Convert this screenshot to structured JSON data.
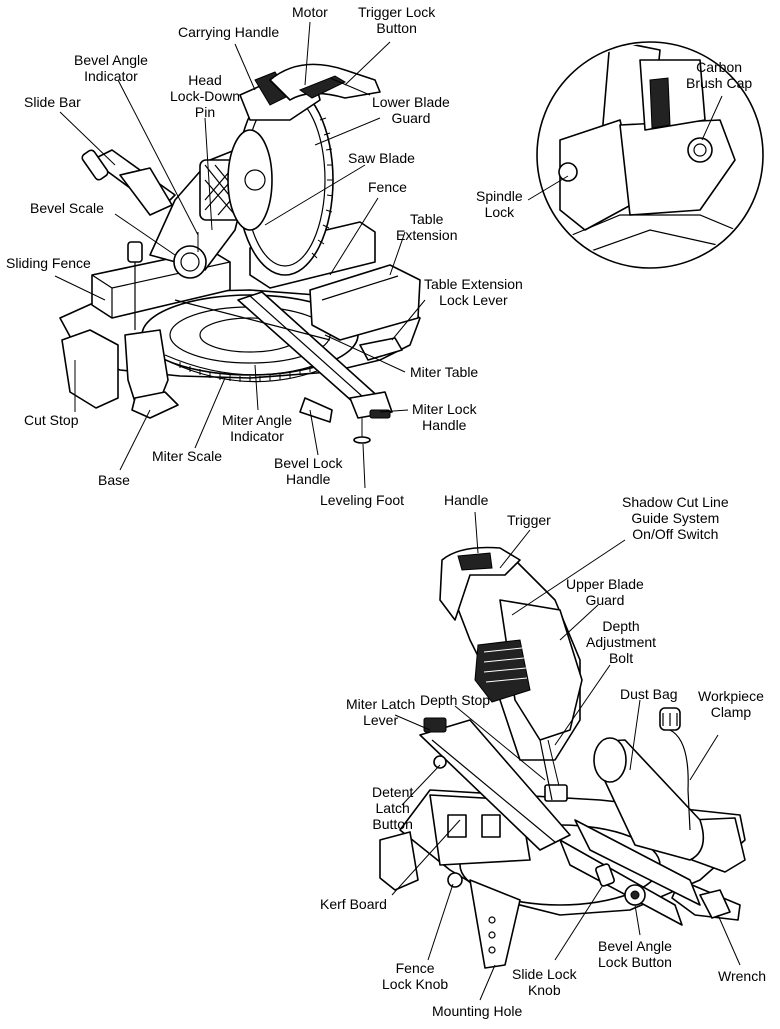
{
  "labels": {
    "motor": "Motor",
    "trigger_lock_button": "Trigger Lock\nButton",
    "carrying_handle": "Carrying Handle",
    "bevel_angle_indicator": "Bevel Angle\nIndicator",
    "head_lock_down_pin": "Head\nLock-Down\nPin",
    "slide_bar": "Slide Bar",
    "lower_blade_guard": "Lower Blade\nGuard",
    "saw_blade": "Saw Blade",
    "carbon_brush_cap": "Carbon\nBrush Cap",
    "spindle_lock": "Spindle\nLock",
    "fence": "Fence",
    "bevel_scale": "Bevel Scale",
    "table_extension": "Table\nExtension",
    "sliding_fence": "Sliding Fence",
    "table_extension_lock_lever": "Table Extension\nLock Lever",
    "miter_table": "Miter Table",
    "cut_stop": "Cut Stop",
    "miter_angle_indicator": "Miter Angle\nIndicator",
    "miter_lock_handle": "Miter Lock\nHandle",
    "miter_scale": "Miter Scale",
    "bevel_lock_handle": "Bevel Lock\nHandle",
    "base": "Base",
    "leveling_foot": "Leveling Foot",
    "handle": "Handle",
    "trigger": "Trigger",
    "shadow_cut_line_switch": "Shadow Cut Line\nGuide System\nOn/Off Switch",
    "upper_blade_guard": "Upper Blade\nGuard",
    "depth_adjustment_bolt": "Depth\nAdjustment\nBolt",
    "miter_latch_lever": "Miter Latch\nLever",
    "depth_stop": "Depth Stop",
    "dust_bag": "Dust Bag",
    "workpiece_clamp": "Workpiece\nClamp",
    "detent_latch_button": "Detent\nLatch\nButton",
    "kerf_board": "Kerf Board",
    "fence_lock_knob": "Fence\nLock Knob",
    "slide_lock_knob": "Slide Lock\nKnob",
    "bevel_angle_lock_button": "Bevel Angle\nLock Button",
    "wrench": "Wrench",
    "mounting_hole": "Mounting Hole"
  }
}
